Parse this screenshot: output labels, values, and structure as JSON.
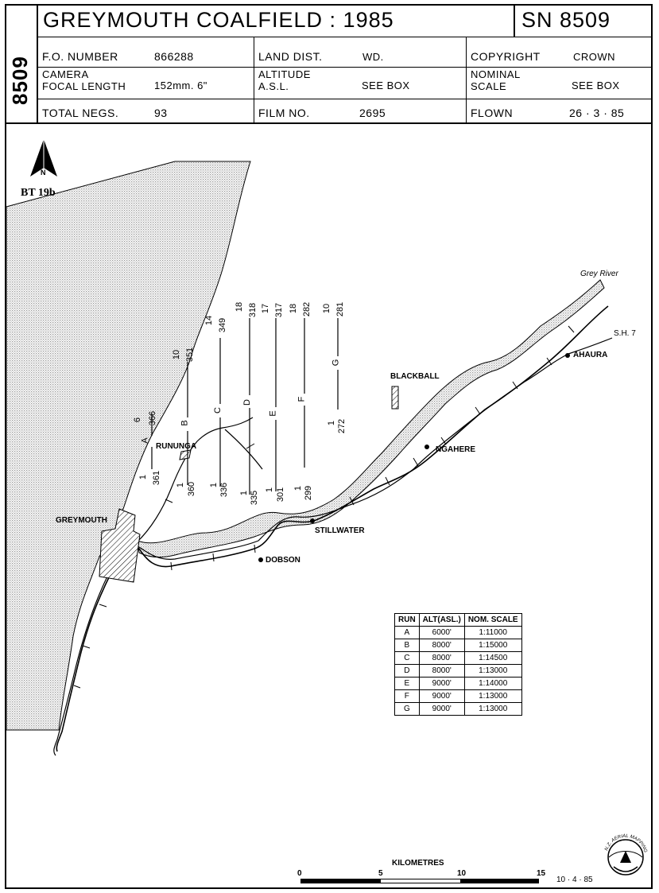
{
  "header": {
    "sn_vertical": "8509",
    "title": "GREYMOUTH  COALFIELD : 1985",
    "sn_label": "SN  8509",
    "fo_number_label": "F.O. NUMBER",
    "fo_number_value": "866288",
    "land_dist_label": "LAND DIST.",
    "land_dist_value": "WD.",
    "copyright_label": "COPYRIGHT",
    "copyright_value": "CROWN",
    "camera_label_1": "CAMERA",
    "camera_label_2": "FOCAL LENGTH",
    "camera_value": "152mm. 6\"",
    "altitude_label_1": "ALTITUDE",
    "altitude_label_2": "A.S.L.",
    "altitude_value": "SEE BOX",
    "nominal_label_1": "NOMINAL",
    "nominal_label_2": "SCALE",
    "nominal_value": "SEE BOX",
    "total_negs_label": "TOTAL NEGS.",
    "total_negs_value": "93",
    "film_no_label": "FILM NO.",
    "film_no_value": "2695",
    "flown_label": "FLOWN",
    "flown_value": "26 · 3 · 85"
  },
  "map": {
    "north_letter": "N",
    "ref_code": "BT 19b",
    "places": {
      "grey_river": "Grey River",
      "sh7": "S.H. 7",
      "ahaura": "AHAURA",
      "blackball": "BLACKBALL",
      "ngahere": "NGAHERE",
      "runanga": "RUNUNGA",
      "greymouth": "GREYMOUTH",
      "stillwater": "STILLWATER",
      "dobson": "DOBSON"
    },
    "runs": [
      {
        "letter": "A",
        "start": "6",
        "end_top": "366",
        "first": "1",
        "last": "361"
      },
      {
        "letter": "B",
        "start": "10",
        "end_top": "351",
        "first": "1",
        "last": "360"
      },
      {
        "letter": "C",
        "start": "14",
        "end_top": "349",
        "first": "1",
        "last": "336"
      },
      {
        "letter": "D",
        "start": "18",
        "end_top": "318",
        "first": "1",
        "last": "335"
      },
      {
        "letter": "E",
        "start": "17",
        "end_top": "317",
        "first": "1",
        "last": "301"
      },
      {
        "letter": "F",
        "start": "18",
        "end_top": "282",
        "first": "1",
        "last": "299"
      },
      {
        "letter": "G",
        "start": "10",
        "end_top": "281",
        "first": "1",
        "last": "272"
      }
    ]
  },
  "run_table": {
    "headers": [
      "RUN",
      "ALT(ASL.)",
      "NOM. SCALE"
    ],
    "rows": [
      [
        "A",
        "6000'",
        "1:11000"
      ],
      [
        "B",
        "8000'",
        "1:15000"
      ],
      [
        "C",
        "8000'",
        "1:14500"
      ],
      [
        "D",
        "8000'",
        "1:13000"
      ],
      [
        "E",
        "9000'",
        "1:14000"
      ],
      [
        "F",
        "9000'",
        "1:13000"
      ],
      [
        "G",
        "9000'",
        "1:13000"
      ]
    ]
  },
  "scale": {
    "title": "KILOMETRES",
    "ticks": [
      "0",
      "5",
      "10",
      "15"
    ]
  },
  "footer": {
    "date": "10 · 4 · 85",
    "seal_text": "N.Z. AERIAL MAPPING"
  },
  "colors": {
    "ink": "#000000",
    "stipple": "#bdbdbd",
    "paper": "#ffffff"
  }
}
